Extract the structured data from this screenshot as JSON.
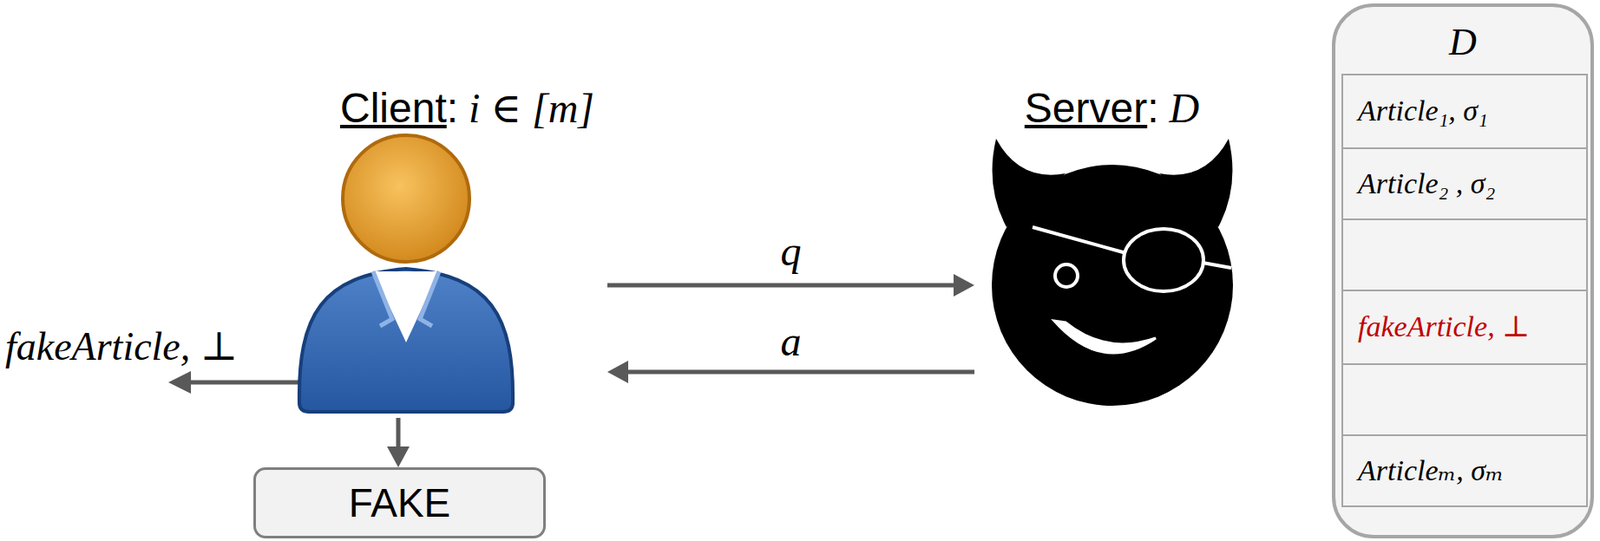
{
  "diagram": {
    "nodes": [
      {
        "text": [
          "Client: i ∈ [m]"
        ]
      },
      {
        "text": [
          "Server: D"
        ]
      },
      {
        "text": [
          "D"
        ]
      },
      {
        "text": [
          "Article₁, σ₁"
        ],
        "in": 2
      },
      {
        "text": [
          "Article₂ , σ₂"
        ],
        "in": 2
      },
      {
        "text": [
          "fakeArticle, ⊥"
        ],
        "in": 2
      },
      {
        "text": [
          "Articleₘ, σₘ"
        ],
        "in": 2
      },
      {
        "text": [
          "FAKE"
        ]
      }
    ],
    "edges": [
      {
        "from": 0,
        "to": 1,
        "label": "q",
        "arrow": "to"
      },
      {
        "from": 1,
        "to": 0,
        "label": "a",
        "arrow": "to"
      },
      {
        "from": 0,
        "to": 7,
        "arrow": "to"
      }
    ],
    "labels": [
      "fakeArticle, ⊥"
    ]
  }
}
